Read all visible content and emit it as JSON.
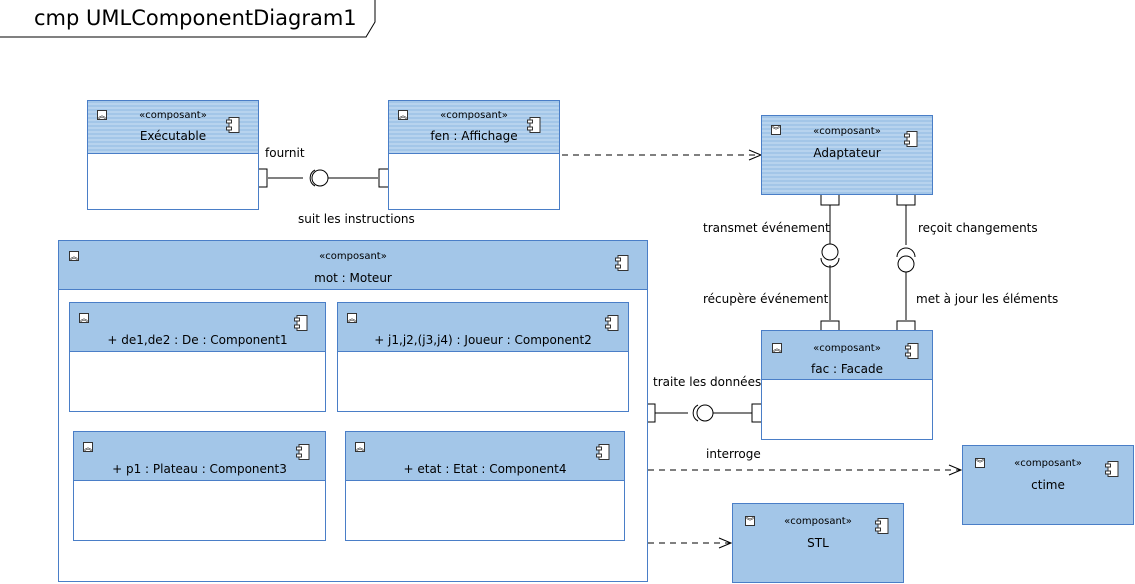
{
  "diagram": {
    "frame_title": "cmp UMLComponentDiagram1",
    "stereotype": "«composant»",
    "components": {
      "executable": "Exécutable",
      "affichage": "fen : Affichage",
      "adaptateur": "Adaptateur",
      "moteur": "mot : Moteur",
      "de": "+ de1,de2 : De : Component1",
      "joueur": "+ j1,j2,(j3,j4) : Joueur : Component2",
      "plateau": "+ p1 : Plateau : Component3",
      "etat": "+ etat : Etat : Component4",
      "facade": "fac : Facade",
      "ctime": "ctime",
      "stl": "STL"
    },
    "labels": {
      "fournit": "fournit",
      "suit": "suit les instructions",
      "transmet": "transmet événement",
      "recoit": "reçoit changements",
      "recupere": "récupère événement",
      "met_a_jour": "met à jour les éléments",
      "traite": "traite les données",
      "interroge": "interroge"
    },
    "colors": {
      "fill": "#a3c6e8",
      "border": "#4a7ec7"
    }
  }
}
